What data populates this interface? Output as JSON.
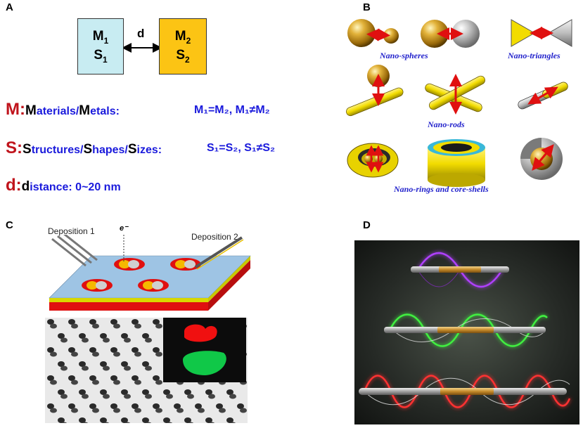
{
  "panels": {
    "a": "A",
    "b": "B",
    "c": "C",
    "d": "D"
  },
  "panelA": {
    "box1": {
      "m": "M",
      "m_sub": "1",
      "s": "S",
      "s_sub": "1"
    },
    "box2": {
      "m": "M",
      "m_sub": "2",
      "s": "S",
      "s_sub": "2"
    },
    "distance_label": "d",
    "rowM": {
      "letter": "M:",
      "cap1": "M",
      "rest1": "aterials/",
      "cap2": "M",
      "rest2": "etals:",
      "cond": "M₁=M₂, M₁≠M₂"
    },
    "rowS": {
      "letter": "S:",
      "cap1": "S",
      "rest1": "tructures/",
      "cap2": "S",
      "rest2": "hapes/",
      "cap3": "S",
      "rest3": "izes:",
      "cond": "S₁=S₂,  S₁≠S₂"
    },
    "rowD": {
      "letter": "d:",
      "cap1": "d",
      "rest1": "istance: 0~20 nm"
    },
    "colors": {
      "box1": "#c8ecf2",
      "box2": "#fcc414",
      "red": "#c0141c",
      "blue": "#1a1adc"
    }
  },
  "panelB": {
    "captions": {
      "spheres": "Nano-spheres",
      "triangles": "Nano-triangles",
      "rods": "Nano-rods",
      "rings": "Nano-rings and core-shells"
    }
  },
  "panelC": {
    "dep1": "Deposition 1",
    "dep2": "Deposition 2",
    "electron": "e⁻"
  }
}
